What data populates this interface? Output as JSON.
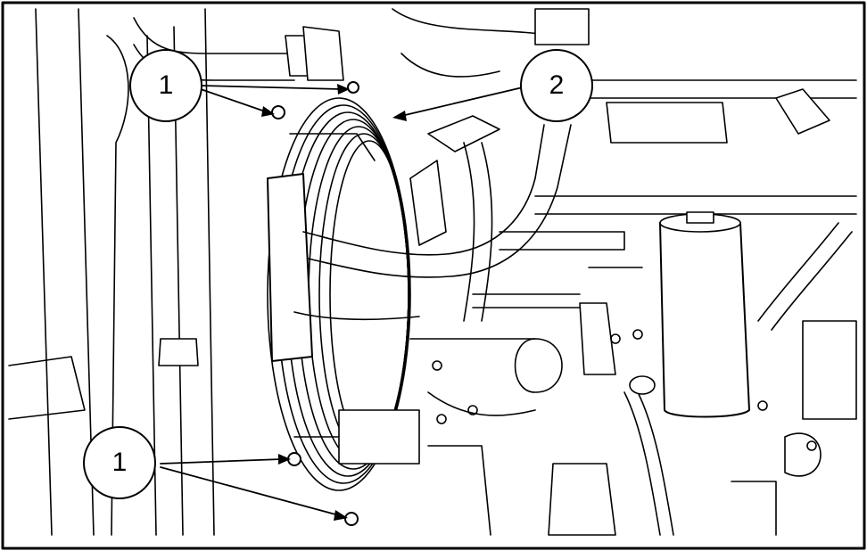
{
  "callouts": [
    {
      "label": "1"
    },
    {
      "label": "2"
    },
    {
      "label": "1"
    }
  ],
  "colors": {
    "line": "#000000",
    "background": "#ffffff"
  }
}
